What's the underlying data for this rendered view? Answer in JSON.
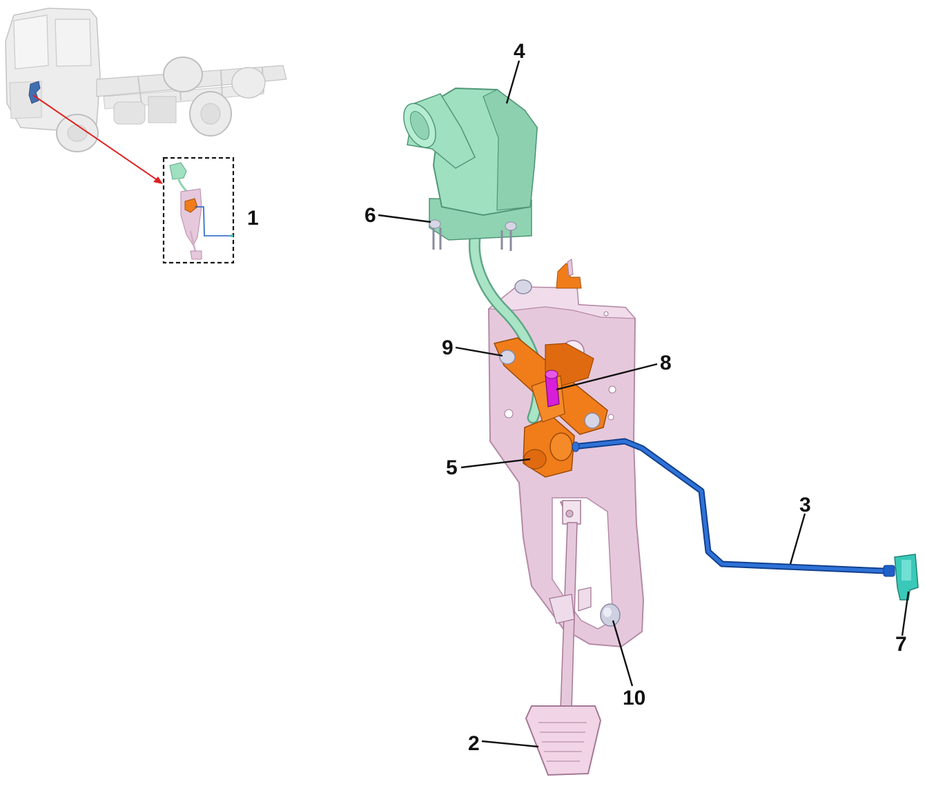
{
  "callouts": {
    "c1": "1",
    "c2": "2",
    "c3": "3",
    "c4": "4",
    "c5": "5",
    "c6": "6",
    "c7": "7",
    "c8": "8",
    "c9": "9",
    "c10": "10"
  },
  "colors": {
    "reservoir": "#9fe0c0",
    "reservoir_shade": "#7fcaa5",
    "bracket": "#e6c8dc",
    "bracket_shade": "#d2aec8",
    "master_cylinder": "#f07d1a",
    "pipe": "#1f5fc8",
    "connector": "#3ac9b9",
    "bolt_pin": "#d81ed8",
    "hardware": "#c8c8dc",
    "locator_arrow": "#e02020",
    "truck": "#d8d8d8"
  },
  "icons": {
    "truck": "truck-locator-icon",
    "inset": "pedal-assembly-thumbnail-icon"
  }
}
